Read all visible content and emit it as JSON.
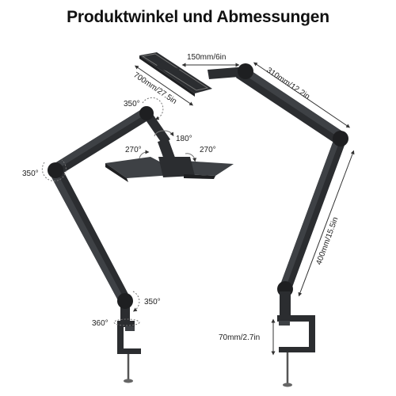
{
  "title": "Produktwinkel und Abmessungen",
  "colors": {
    "arm": "#2b2d30",
    "arm_highlight": "#3e4145",
    "joint": "#1e1f21",
    "dimension_line": "#333333",
    "text": "#111111"
  },
  "labels": {
    "width_lamp_head": "150mm/6in",
    "length_lamp_head": "700mm/27.5in",
    "upper_arm_length": "310mm/12.2in",
    "lower_arm_length": "400mm/15.5in",
    "clamp_height": "70mm/2.7in",
    "angle_top_joint": "350°",
    "angle_left_joint": "350°",
    "angle_head_tilt": "180°",
    "angle_head_left": "270°",
    "angle_head_right": "270°",
    "angle_base_joint": "350°",
    "angle_base_rotation": "360°"
  }
}
